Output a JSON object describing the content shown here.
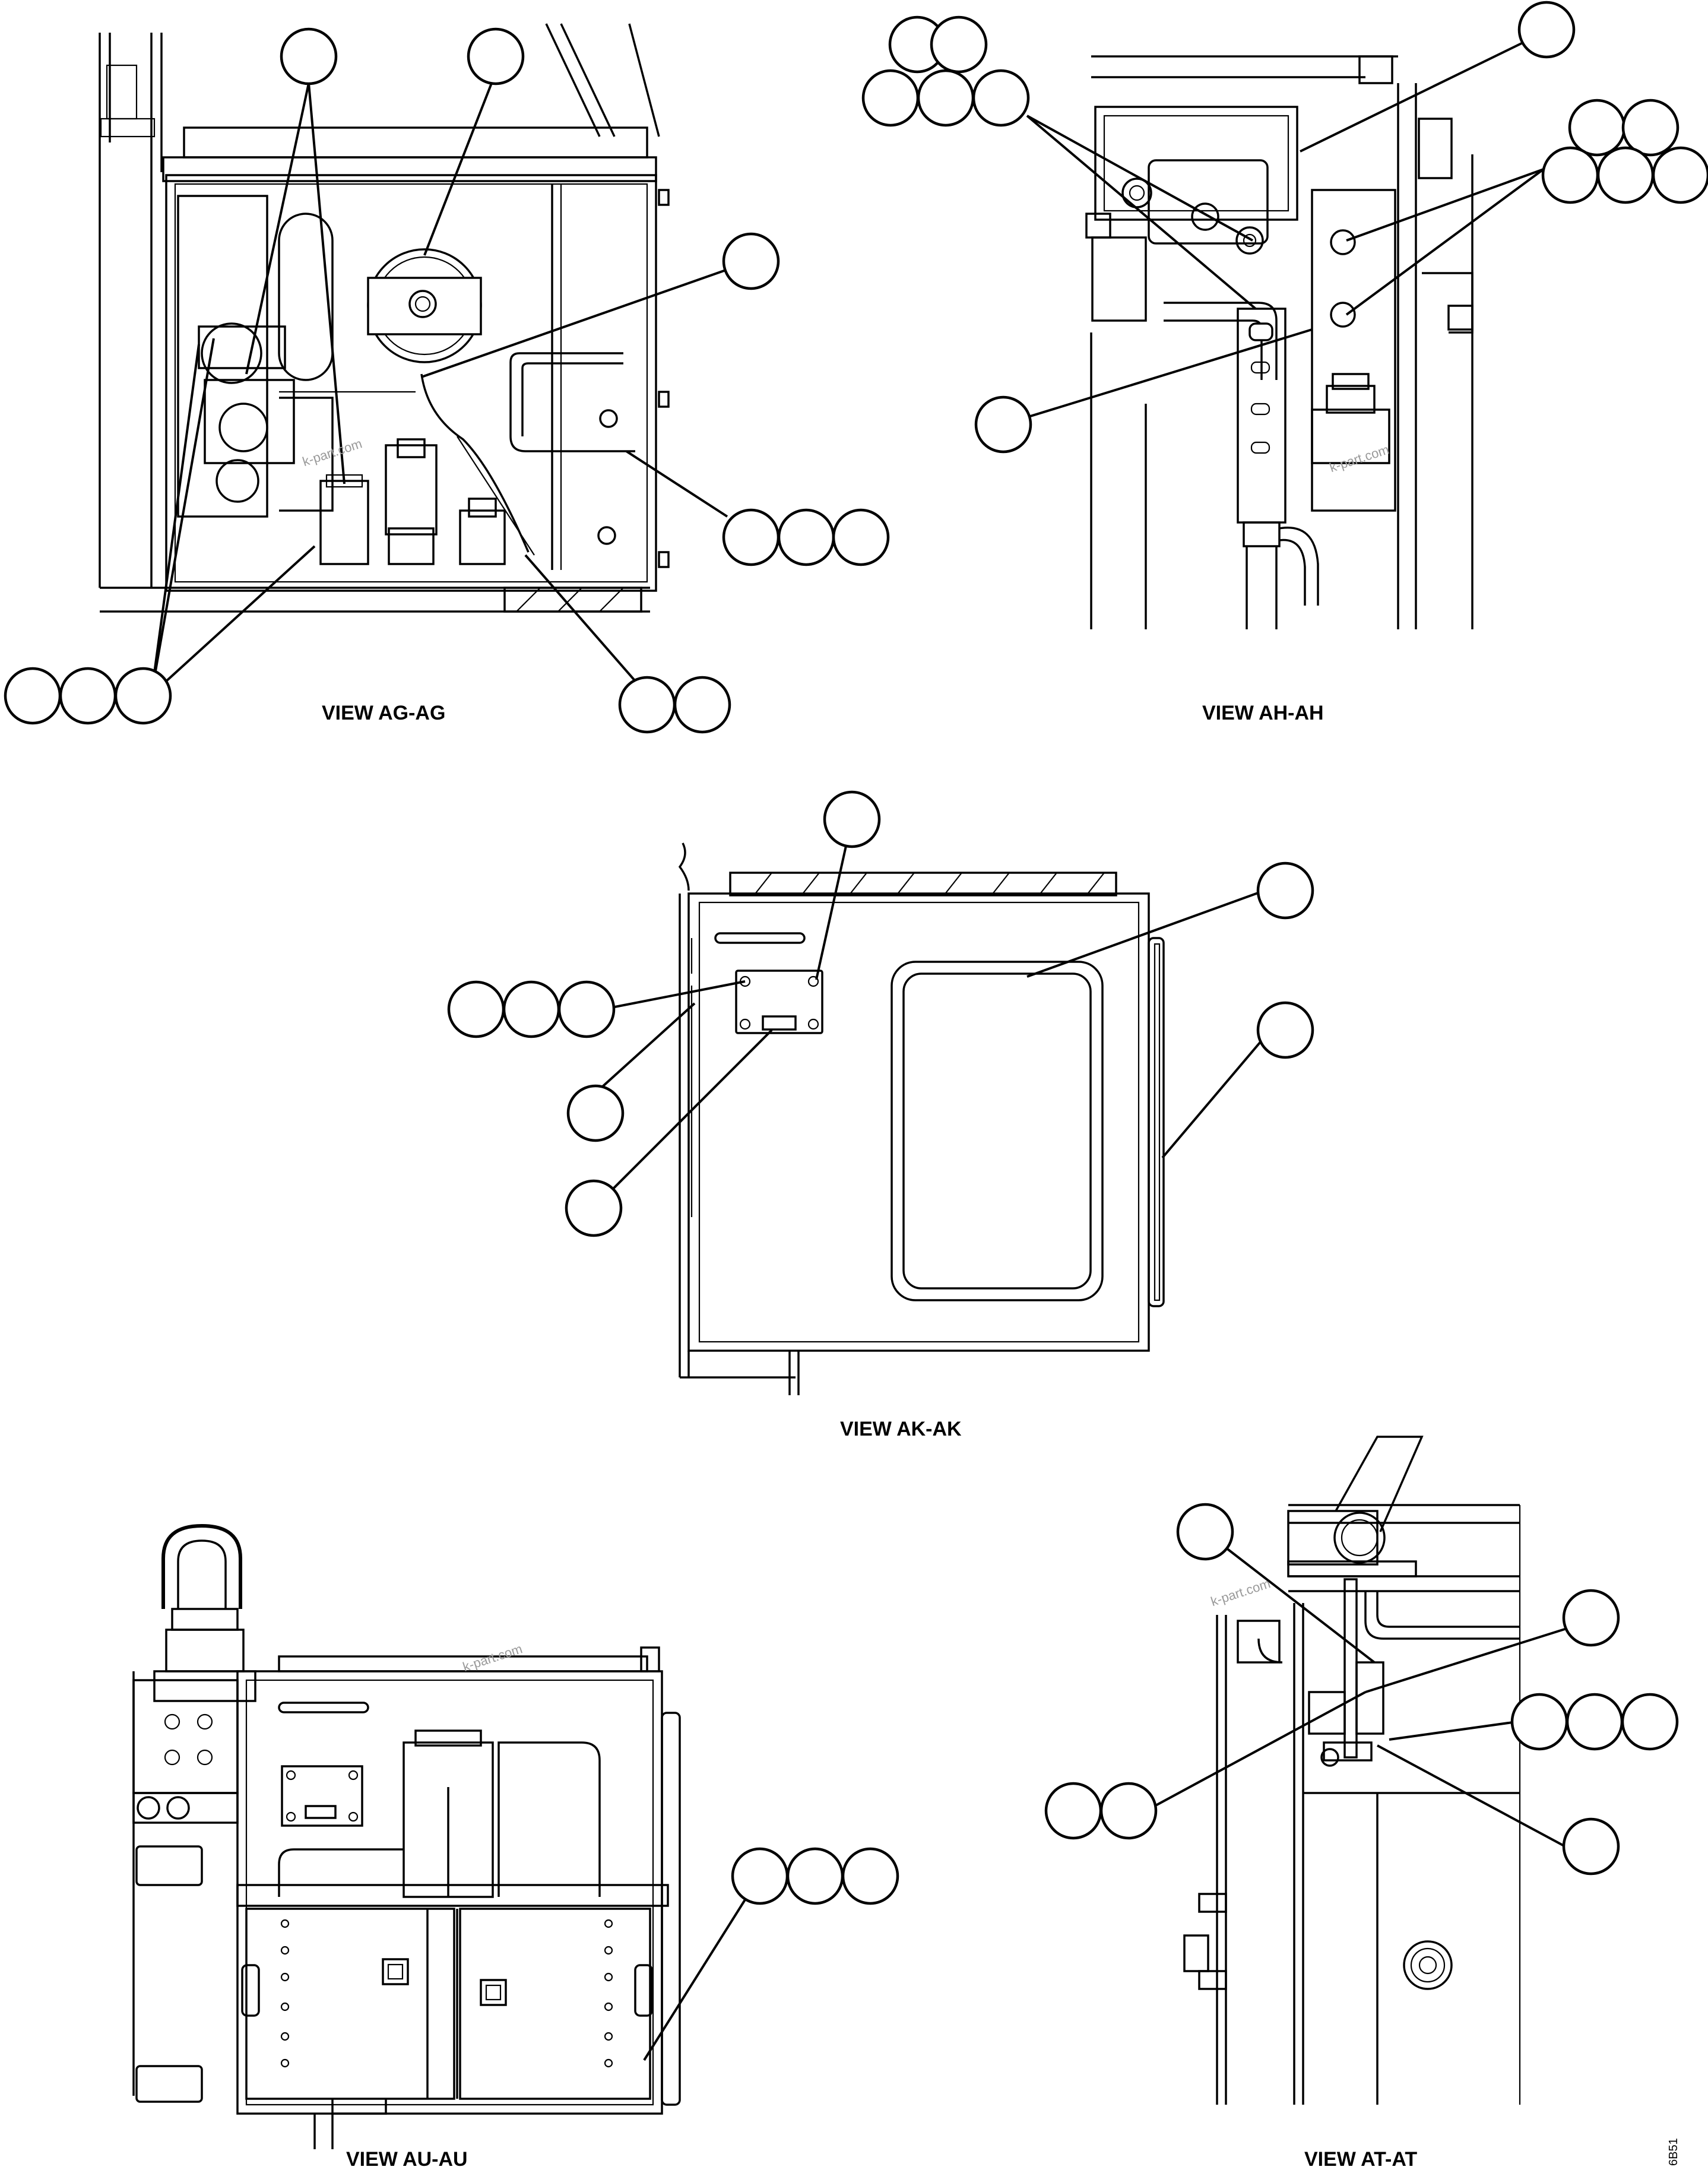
{
  "views": [
    {
      "id": "ag",
      "caption": "VIEW AG-AG"
    },
    {
      "id": "ah",
      "caption": "VIEW AH-AH"
    },
    {
      "id": "ak",
      "caption": "VIEW AK-AK"
    },
    {
      "id": "au",
      "caption": "VIEW AU-AU"
    },
    {
      "id": "at",
      "caption": "VIEW AT-AT"
    }
  ],
  "watermark": "k-part.com",
  "drawing_code": "6B51",
  "colors": {
    "line": "#000000",
    "paper": "#ffffff",
    "watermark": "#9a9a9a"
  }
}
